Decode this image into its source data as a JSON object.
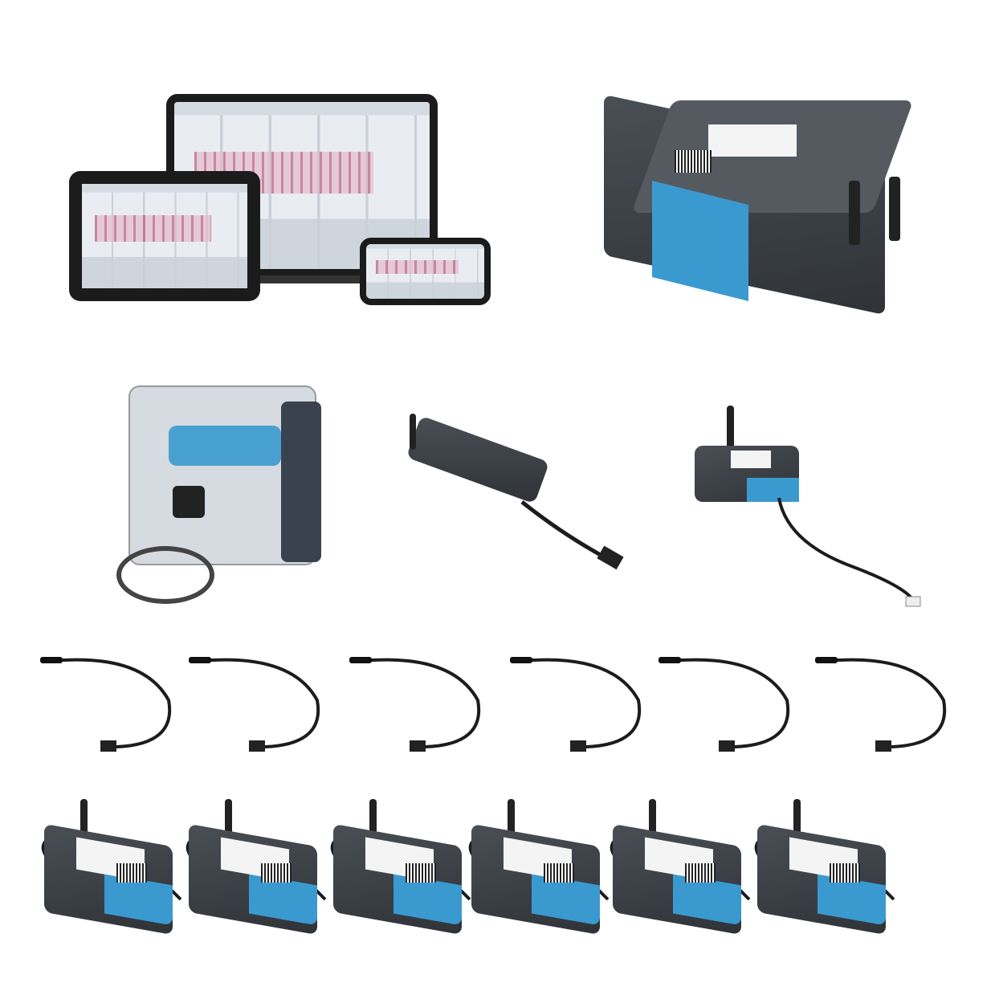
{
  "scene": {
    "background": "#ffffff",
    "colors": {
      "housing": "#3a3f45",
      "accent_blue": "#3a9ad0",
      "cable": "#1c1c1c",
      "label": "#f4f4f4",
      "copper": "#c98a5a"
    },
    "groups": [
      {
        "name": "monitoring-dashboard-devices",
        "items": [
          "laptop-icon",
          "tablet-icon",
          "phone-icon"
        ]
      },
      {
        "name": "gateway-hub",
        "items": [
          "gateway-icon"
        ]
      },
      {
        "name": "power-monitor",
        "items": [
          "power-monitor-icon"
        ]
      },
      {
        "name": "power-strip",
        "items": [
          "power-strip-icon"
        ]
      },
      {
        "name": "door-sensor",
        "items": [
          "network-sensor-icon"
        ]
      }
    ],
    "probe_count": 6,
    "sensor_count": 6
  }
}
